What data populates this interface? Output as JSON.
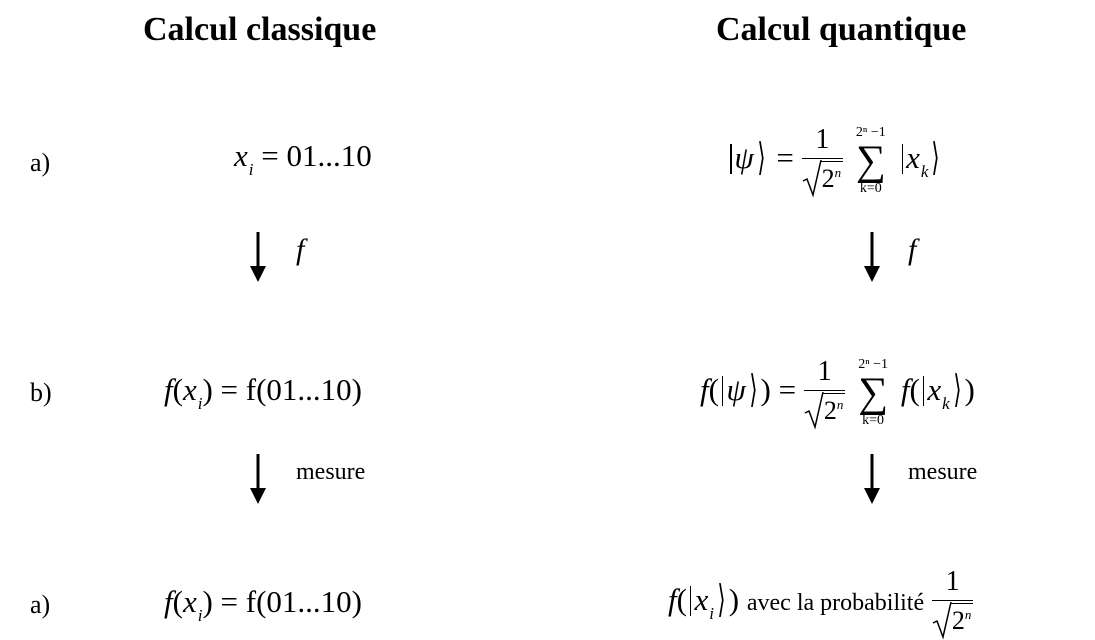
{
  "titles": {
    "classical": "Calcul classique",
    "quantum": "Calcul quantique"
  },
  "row_labels": {
    "row1": "a)",
    "row2": "b)",
    "row3": "a)"
  },
  "classical": {
    "step1_var": "x",
    "step1_sub": "i",
    "step1_rhs": "= 01...10",
    "step2_lhs": "f",
    "step2_rhs": "= f(01...10)",
    "step3_lhs": "f",
    "step3_rhs": "= f(01...10)"
  },
  "quantum": {
    "psi": "ψ",
    "eq_sign": "=",
    "one": "1",
    "two": "2",
    "n": "n",
    "sum_top": "2ⁿ −1",
    "sum_sigma": "∑",
    "sum_bottom": "k=0",
    "x": "x",
    "k": "k",
    "i": "i",
    "f": "f",
    "with_probability": "avec la probabilité"
  },
  "arrows": {
    "map_label": "f",
    "measure_label": "mesure"
  }
}
